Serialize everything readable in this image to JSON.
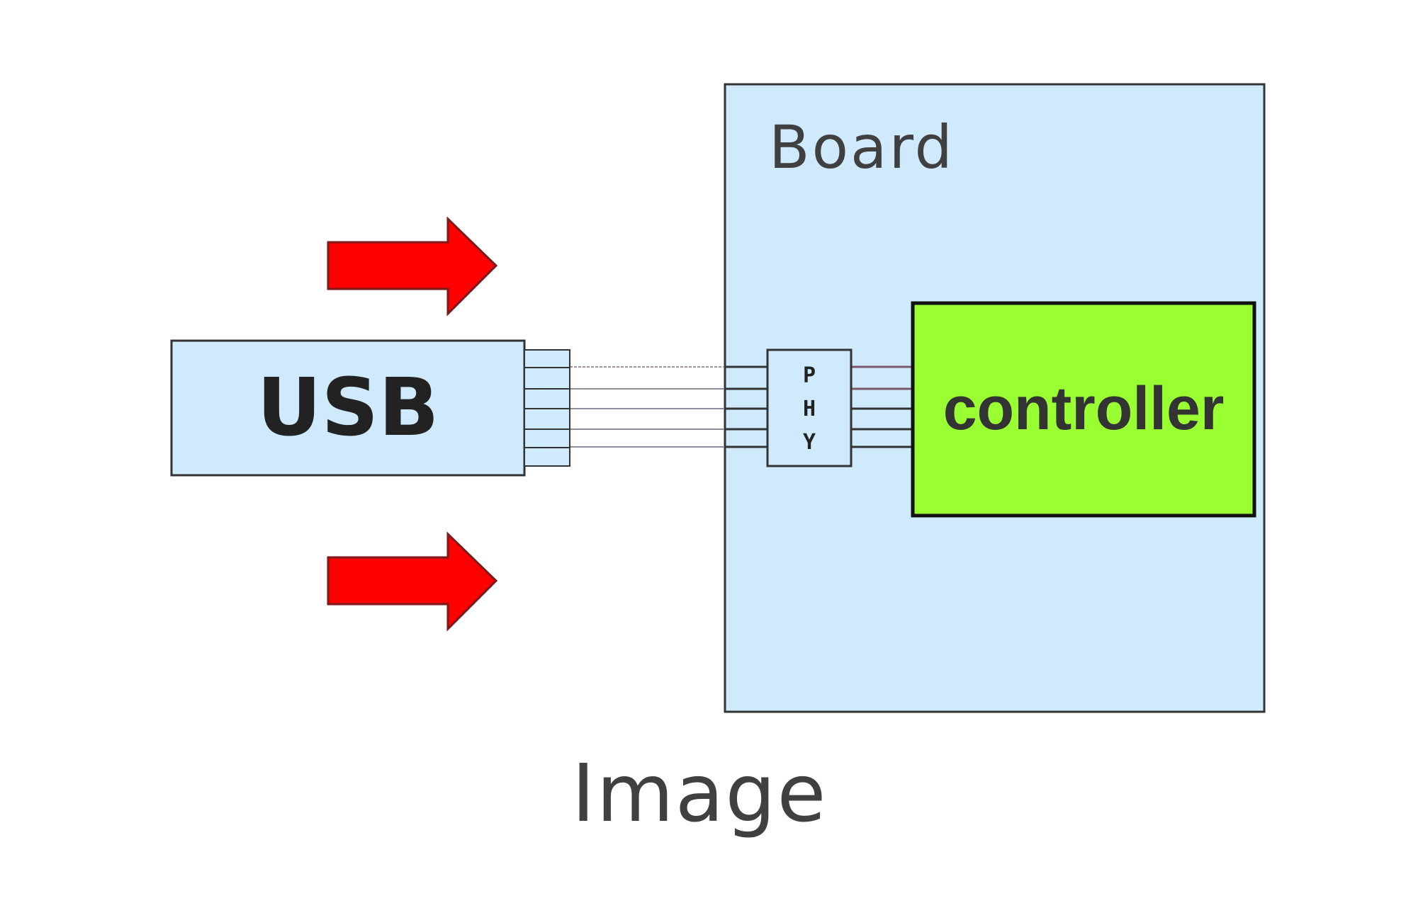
{
  "diagram": {
    "usb_label": "USB",
    "board_label": "Board",
    "phy_letters": [
      "P",
      "H",
      "Y"
    ],
    "controller_label": "controller",
    "caption": "Image"
  },
  "colors": {
    "board_fill": "#cfeafc",
    "usb_fill": "#cfeafc",
    "controller_fill": "#99ff33",
    "arrow_fill": "#ff0000",
    "outline": "#333333",
    "text": "#404040"
  },
  "icons": {
    "arrow_top": "right-arrow-icon",
    "arrow_bottom": "right-arrow-icon"
  }
}
